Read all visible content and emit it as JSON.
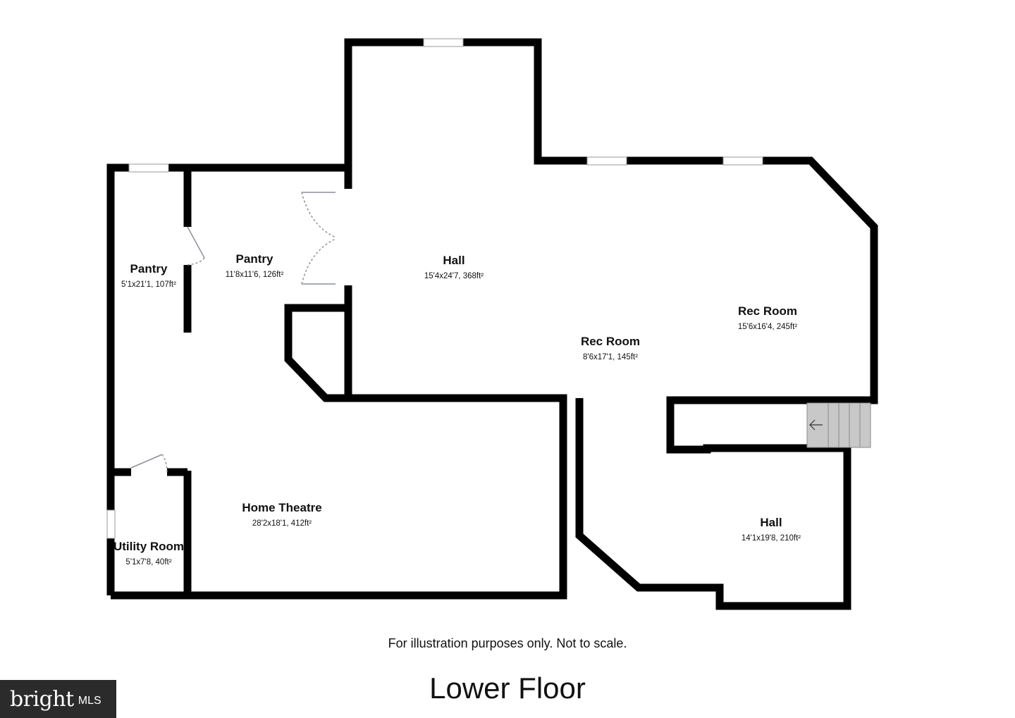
{
  "floor_title": "Lower Floor",
  "disclaimer": "For illustration purposes only. Not to scale.",
  "logo": {
    "brand": "bright",
    "suffix": "MLS"
  },
  "rooms": [
    {
      "name": "Pantry",
      "dims": "5'1x21'1, 107ft²"
    },
    {
      "name": "Pantry",
      "dims": "11'8x11'6, 126ft²"
    },
    {
      "name": "Hall",
      "dims": "15'4x24'7, 368ft²"
    },
    {
      "name": "Rec Room",
      "dims": "15'6x16'4, 245ft²"
    },
    {
      "name": "Rec Room",
      "dims": "8'6x17'1, 145ft²"
    },
    {
      "name": "Home Theatre",
      "dims": "28'2x18'1, 412ft²"
    },
    {
      "name": "Hall",
      "dims": "14'1x19'8, 210ft²"
    },
    {
      "name": "Utility Room",
      "dims": "5'1x7'8, 40ft²"
    }
  ],
  "colors": {
    "wall": "#000000",
    "stairs": "#c8c8c8",
    "door": "#8c9199",
    "logo_bg": "#2b2b2b"
  }
}
